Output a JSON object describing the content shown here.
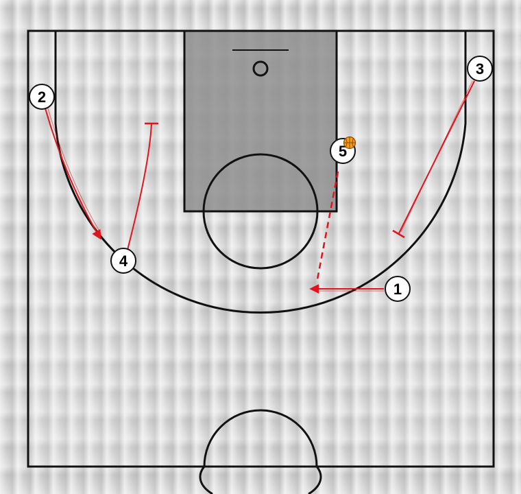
{
  "diagram": {
    "colors": {
      "court_line": "#111111",
      "paint_fill": "#8f8f8f",
      "movement": "#e0141b",
      "ball": "#f39c1b",
      "player_fill": "#ffffff"
    },
    "players": [
      {
        "id": "p1",
        "label": "1"
      },
      {
        "id": "p2",
        "label": "2"
      },
      {
        "id": "p3",
        "label": "3"
      },
      {
        "id": "p4",
        "label": "4"
      },
      {
        "id": "p5",
        "label": "5",
        "has_ball": true
      }
    ],
    "actions": [
      {
        "type": "dribble",
        "player": "1"
      },
      {
        "type": "pass",
        "from": "5",
        "to": "1"
      },
      {
        "type": "cut",
        "player": "2"
      },
      {
        "type": "screen",
        "player": "4"
      },
      {
        "type": "screen",
        "player": "3"
      }
    ]
  }
}
